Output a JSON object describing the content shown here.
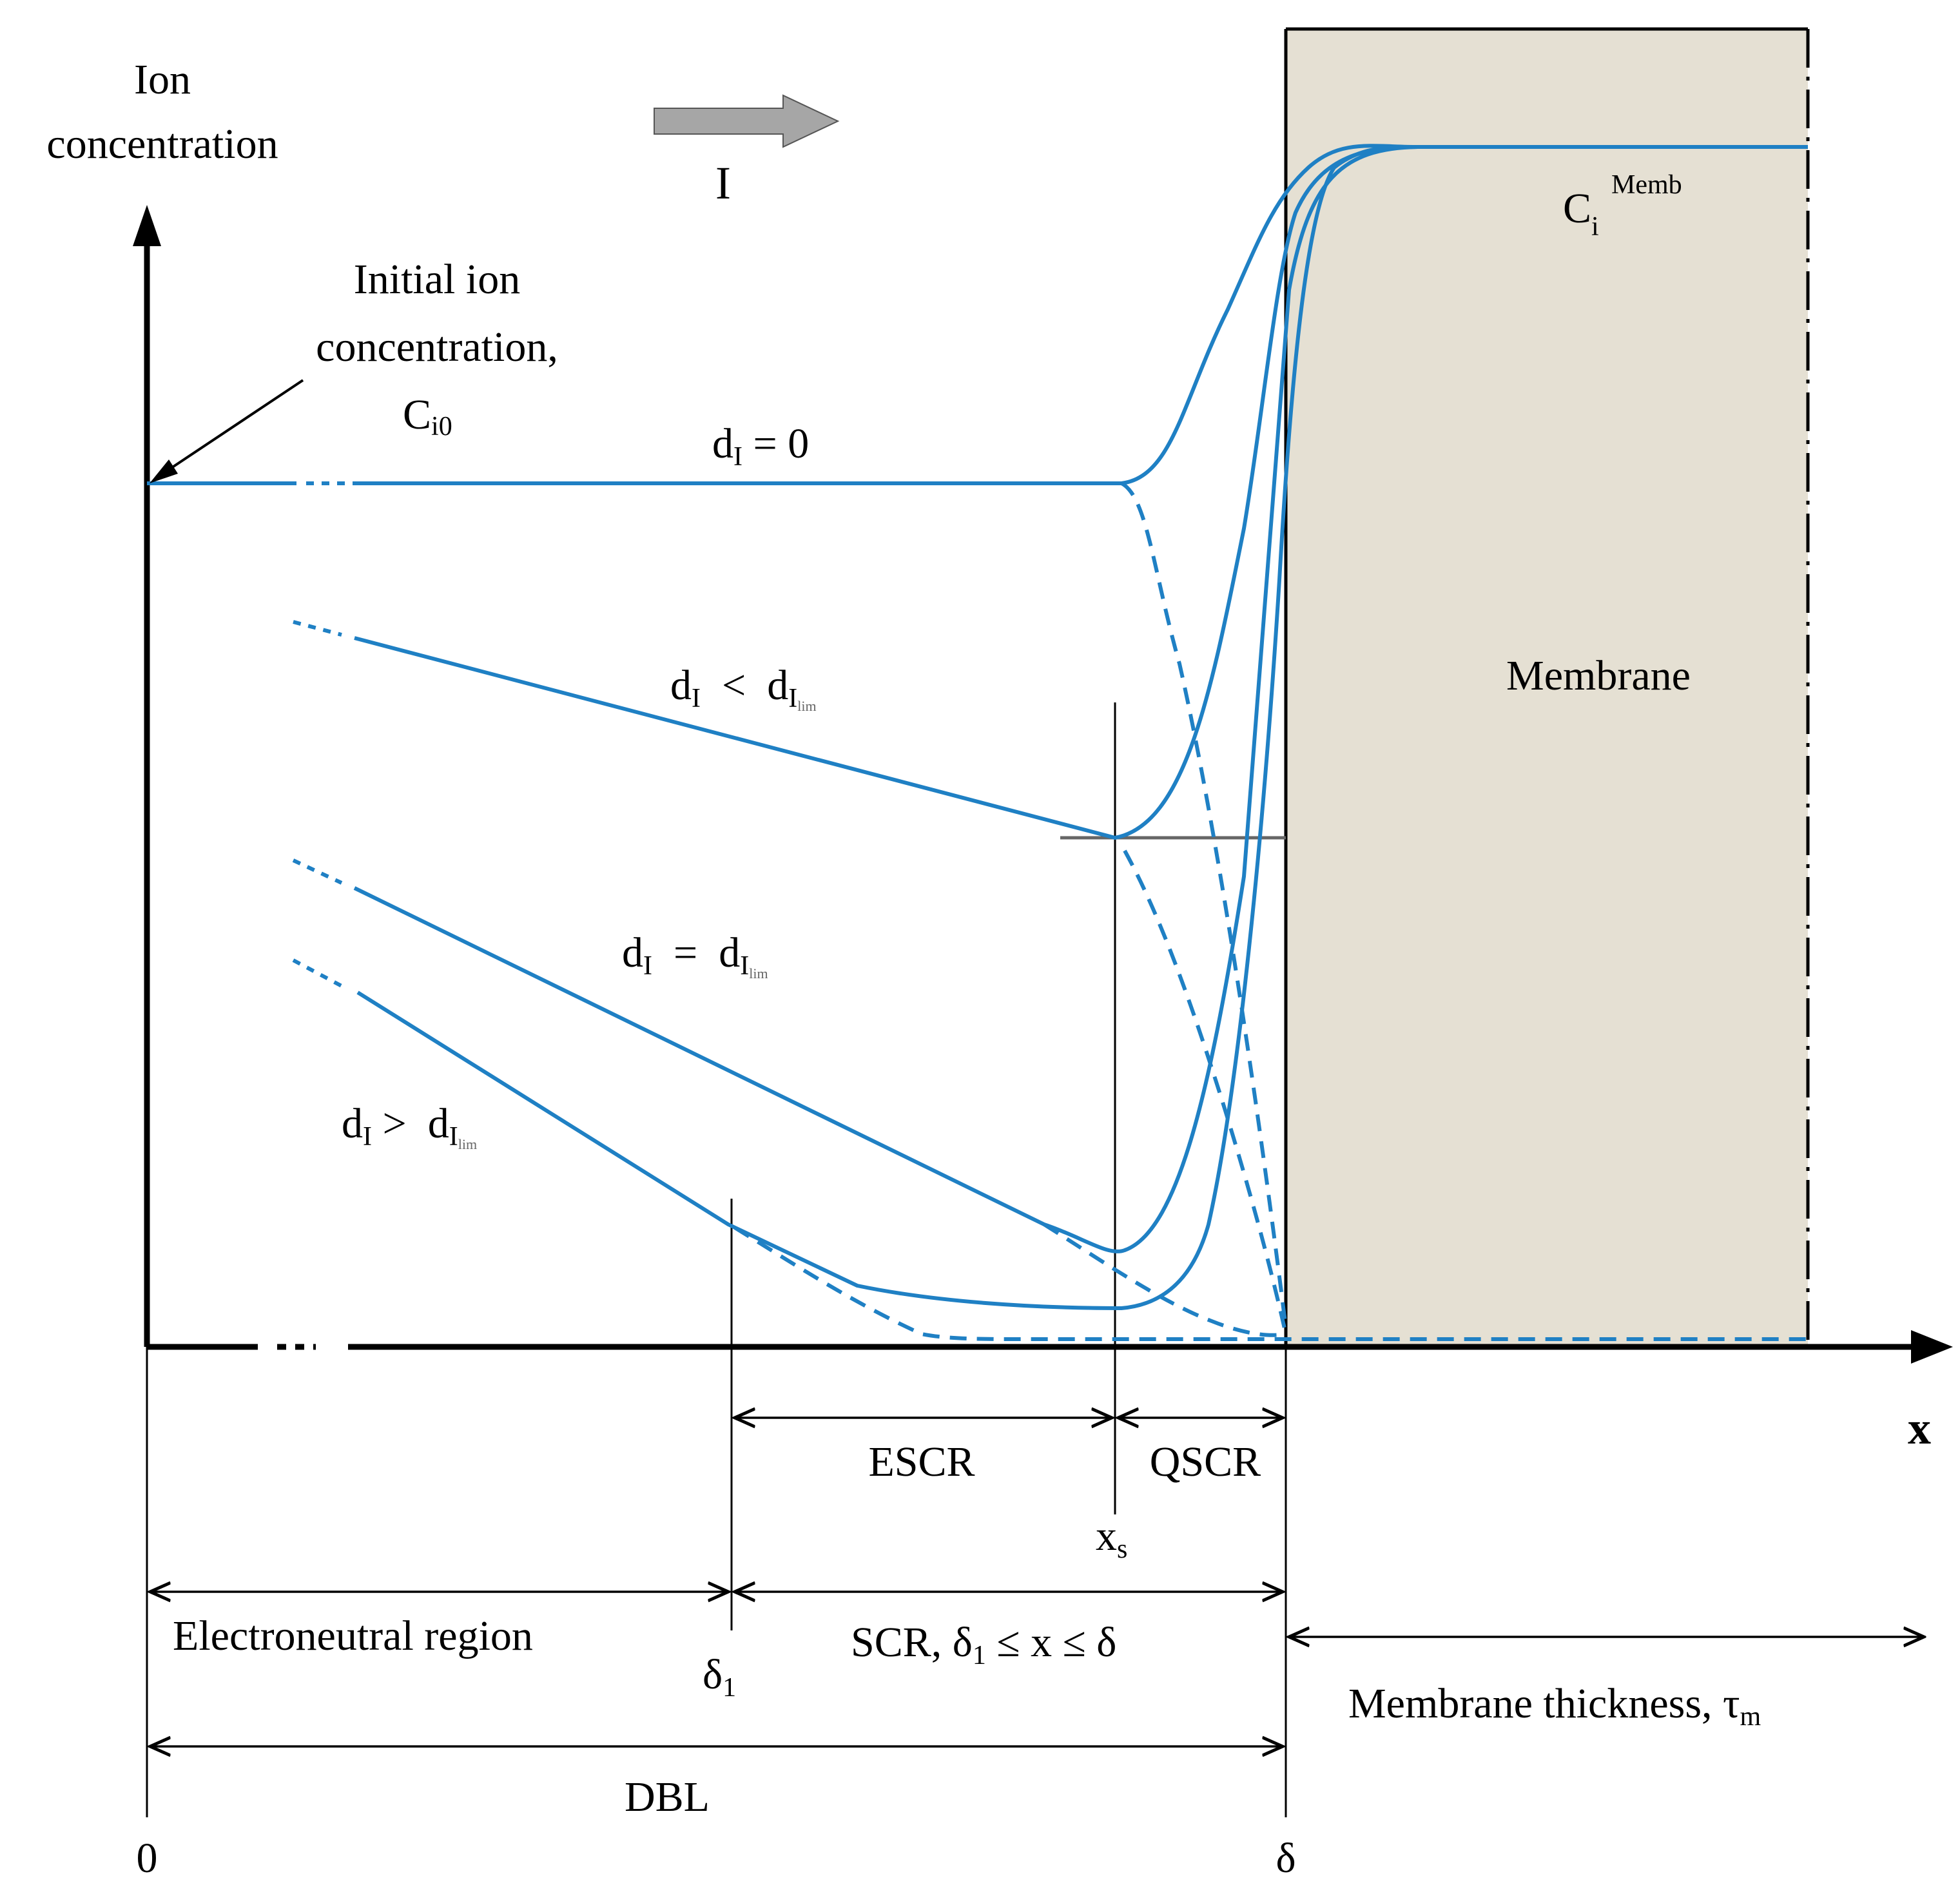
{
  "axis": {
    "y_label_line1": "Ion",
    "y_label_line2": "concentration",
    "x_label": "x",
    "origin_label": "0",
    "delta_label": "δ"
  },
  "current_arrow": {
    "label": "I"
  },
  "annotations": {
    "initial_line1": "Initial ion",
    "initial_line2": "concentration,",
    "initial_symbol": "C",
    "initial_symbol_sub": "i0",
    "membrane_conc_symbol": "C",
    "membrane_conc_sub": "i",
    "membrane_conc_sup": "Memb",
    "membrane_label": "Membrane"
  },
  "curves": {
    "c0": {
      "d": "d",
      "sub": "I",
      "rel": " = 0"
    },
    "c1": {
      "d": "d",
      "sub": "I",
      "rel": "  <  ",
      "d2": "d",
      "sub2": "I",
      "subsub2": "lim"
    },
    "c2": {
      "d": "d",
      "sub": "I",
      "rel": "  =  ",
      "d2": "d",
      "sub2": "I",
      "subsub2": "lim"
    },
    "c3": {
      "d": "d",
      "sub": "I",
      "rel": " >  ",
      "d2": "d",
      "sub2": "I",
      "subsub2": "lim"
    }
  },
  "regions": {
    "escr": "ESCR",
    "qscr": "QSCR",
    "xs_symbol": "x",
    "xs_sub": "s",
    "electroneutral": "Electroneutral region",
    "delta1_symbol": "δ",
    "delta1_sub": "1",
    "scr_prefix": "SCR, δ",
    "scr_sub": "1",
    "scr_suffix": " ≤ x ≤ δ",
    "membrane_thickness": "Membrane thickness, τ",
    "membrane_thickness_sub": "m",
    "dbl": "DBL"
  },
  "colors": {
    "curve": "#1f80c4",
    "membrane_fill": "#e5e0d3",
    "arrow_fill": "#a6a6a6"
  }
}
